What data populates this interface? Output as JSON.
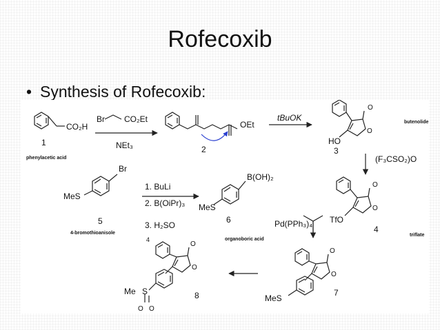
{
  "slide": {
    "title": "Rofecoxib",
    "bullet": "Synthesis of Rofecoxib:"
  },
  "scheme": {
    "compound1": {
      "number": "1",
      "group": "CO₂H",
      "label": "phenylacetic acid"
    },
    "reagent_step1": {
      "top_br": "Br",
      "top_ester": "CO₂Et",
      "bottom": "NEt₃"
    },
    "compound2": {
      "number": "2",
      "ester": "OEt"
    },
    "reagent_step2": "tBuOK",
    "compound3": {
      "number": "3",
      "oh": "HO",
      "o_ring": "O",
      "o_carbonyl": "O",
      "label": "butenolide"
    },
    "reagent_step3": "(F₃CSO₂)O",
    "compound4": {
      "number": "4",
      "otf": "TfO",
      "o_ring": "O",
      "o_carbonyl": "O",
      "label": "triflate"
    },
    "compound5": {
      "number": "5",
      "br": "Br",
      "mes": "MeS",
      "label": "4-bromothioanisole"
    },
    "reagent_step4": {
      "line1": "1. BuLi",
      "line2": "2. B(OiPr)₃",
      "line3": "3. H₂SO",
      "line4": "4"
    },
    "compound6": {
      "number": "6",
      "boron": "B(OH)₂",
      "mes": "MeS",
      "label": "organoboric acid"
    },
    "reagent_step5": "Pd(PPh₃)₄",
    "compound7": {
      "number": "7",
      "mes": "MeS",
      "o_ring": "O",
      "o_carbonyl": "O"
    },
    "compound8": {
      "number": "8",
      "me": "Me",
      "s": "S",
      "o1": "O",
      "o2": "O",
      "o_ring": "O",
      "o_carbonyl": "O"
    }
  }
}
